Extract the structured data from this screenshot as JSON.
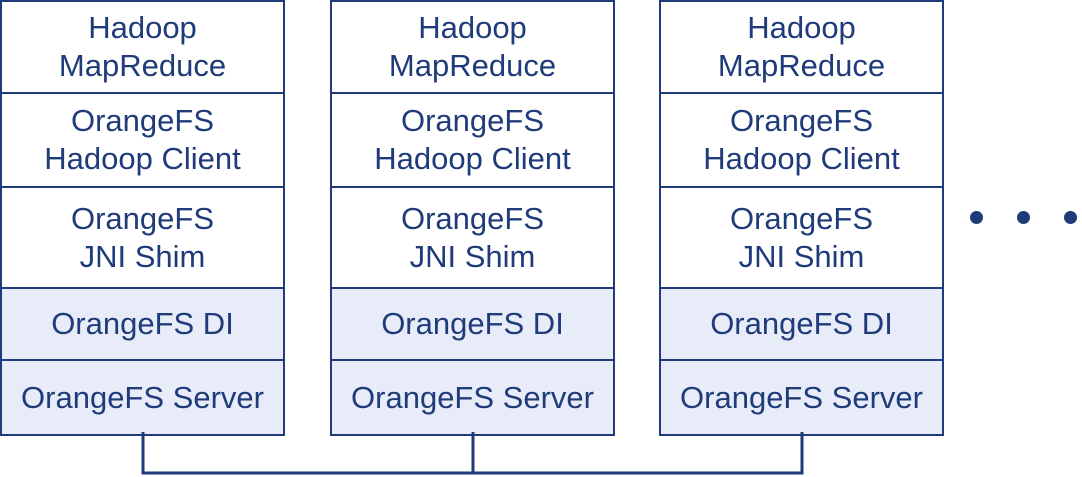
{
  "nodes": [
    {
      "layers": [
        {
          "line1": "Hadoop",
          "line2": "MapReduce"
        },
        {
          "line1": "OrangeFS",
          "line2": "Hadoop Client"
        },
        {
          "line1": "OrangeFS",
          "line2": "JNI Shim"
        },
        {
          "line1": "OrangeFS DI"
        },
        {
          "line1": "OrangeFS Server"
        }
      ]
    },
    {
      "layers": [
        {
          "line1": "Hadoop",
          "line2": "MapReduce"
        },
        {
          "line1": "OrangeFS",
          "line2": "Hadoop Client"
        },
        {
          "line1": "OrangeFS",
          "line2": "JNI Shim"
        },
        {
          "line1": "OrangeFS DI"
        },
        {
          "line1": "OrangeFS Server"
        }
      ]
    },
    {
      "layers": [
        {
          "line1": "Hadoop",
          "line2": "MapReduce"
        },
        {
          "line1": "OrangeFS",
          "line2": "Hadoop Client"
        },
        {
          "line1": "OrangeFS",
          "line2": "JNI Shim"
        },
        {
          "line1": "OrangeFS DI"
        },
        {
          "line1": "OrangeFS Server"
        }
      ]
    }
  ],
  "colors": {
    "line": "#1f3b7a",
    "shade": "#e8ecf8",
    "white": "#ffffff"
  },
  "continuation_icon": "ellipsis-icon"
}
